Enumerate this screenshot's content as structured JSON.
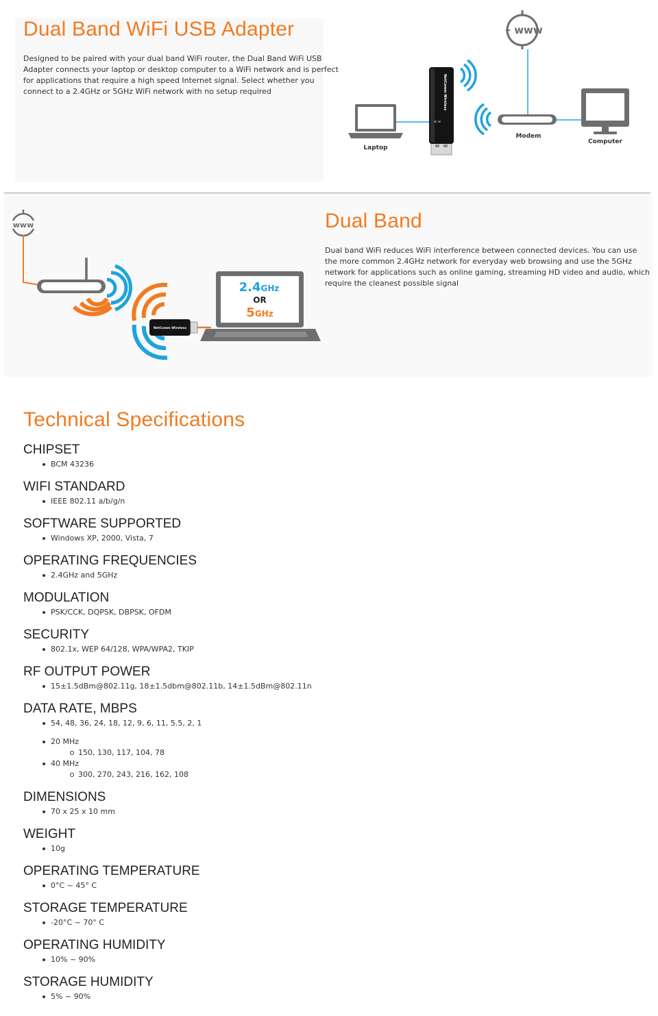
{
  "hero": {
    "title": "Dual Band WiFi USB Adapter",
    "description": "Designed to be paired with your dual band WiFi router, the Dual Band WiFi USB Adapter connects your laptop or desktop computer to a WiFi network and is perfect for applications that require a high speed Internet signal. Select whether you connect to a 2.4GHz or 5GHz WiFi network with no setup required",
    "diagram": {
      "www": "www",
      "laptop_label": "Laptop",
      "modem_label": "Modem",
      "computer_label": "Computer",
      "dongle_brand": "NetComm Wireless"
    }
  },
  "dual_band": {
    "title": "Dual Band",
    "description": "Dual band WiFi reduces WiFi interference between connected devices. You can use the more common 2.4GHz network for everyday web browsing and use the 5GHz network for applications such as online gaming, streaming HD video and audio, which require the cleanest possible signal",
    "diagram": {
      "www": "www",
      "band_a_number": "2.4",
      "band_a_unit": "GHz",
      "or_text": "OR",
      "band_b_number": "5",
      "band_b_unit": "GHz",
      "dongle_brand": "NetComm Wireless"
    }
  },
  "colors": {
    "accent_orange": "#f07b22",
    "accent_blue": "#1fa3dc",
    "device_grey": "#6d6e70"
  },
  "specs": {
    "title": "Technical Specifications",
    "chipset": {
      "heading": "CHIPSET",
      "items": [
        "BCM 43236"
      ]
    },
    "wifi_standard": {
      "heading": "WIFI STANDARD",
      "items": [
        "IEEE 802.11 a/b/g/n"
      ]
    },
    "software": {
      "heading": "SOFTWARE SUPPORTED",
      "items": [
        "Windows XP, 2000, Vista, 7"
      ]
    },
    "frequencies": {
      "heading": "OPERATING FREQUENCIES",
      "items": [
        "2.4GHz and 5GHz"
      ]
    },
    "modulation": {
      "heading": "MODULATION",
      "items": [
        "PSK/CCK, DQPSK, DBPSK, OFDM"
      ]
    },
    "security": {
      "heading": "SECURITY",
      "items": [
        "802.1x, WEP 64/128, WPA/WPA2, TKIP"
      ]
    },
    "rf_power": {
      "heading": "RF OUTPUT POWER",
      "items": [
        "15±1.5dBm@802.11g, 18±1.5dbm@802.11b, 14±1.5dBm@802.11n"
      ]
    },
    "data_rate": {
      "heading": "DATA RATE, MBPS",
      "items": [
        "54, 48, 36, 24, 18, 12, 9, 6, 11, 5.5, 2, 1"
      ],
      "mhz20": "20 MHz",
      "mhz20_rates": "150, 130, 117, 104, 78",
      "mhz40": "40 MHz",
      "mhz40_rates": "300, 270, 243, 216, 162, 108"
    },
    "dimensions": {
      "heading": "DIMENSIONS",
      "items": [
        "70 x 25 x 10 mm"
      ]
    },
    "weight": {
      "heading": "WEIGHT",
      "items": [
        "10g"
      ]
    },
    "op_temp": {
      "heading": "OPERATING TEMPERATURE",
      "items": [
        "0°C ~ 45° C"
      ]
    },
    "st_temp": {
      "heading": "STORAGE TEMPERATURE",
      "items": [
        "-20°C ~ 70° C"
      ]
    },
    "op_hum": {
      "heading": "OPERATING HUMIDITY",
      "items": [
        "10% ~ 90%"
      ]
    },
    "st_hum": {
      "heading": "STORAGE HUMIDITY",
      "items": [
        "5% ~ 90%"
      ]
    }
  }
}
